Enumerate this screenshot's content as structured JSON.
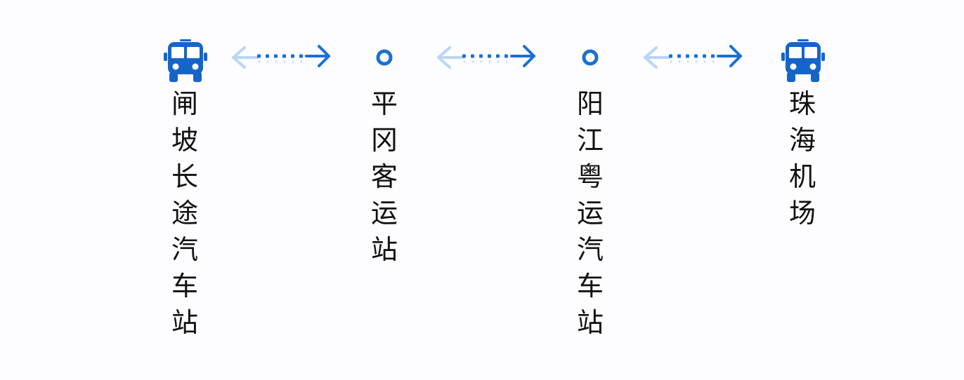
{
  "diagram": {
    "type": "route",
    "colors": {
      "primary": "#1565c8",
      "arrow_dark": "#1a6fd6",
      "arrow_light": "#b9d6f5",
      "text": "#111111",
      "background": "#fdfcfe"
    },
    "nodes": [
      {
        "kind": "bus-terminal",
        "icon": "bus-icon",
        "chars": [
          "闸",
          "坡",
          "长",
          "途",
          "汽",
          "车",
          "站"
        ],
        "label": "闸坡长途汽车站"
      },
      {
        "kind": "stop",
        "icon": "stop-circle-icon",
        "chars": [
          "平",
          "冈",
          "客",
          "运",
          "站"
        ],
        "label": "平冈客运站"
      },
      {
        "kind": "stop",
        "icon": "stop-circle-icon",
        "chars": [
          "阳",
          "江",
          "粤",
          "运",
          "汽",
          "车",
          "站"
        ],
        "label": "阳江粤运汽车站"
      },
      {
        "kind": "bus-terminal",
        "icon": "bus-icon",
        "chars": [
          "珠",
          "海",
          "机",
          "场"
        ],
        "label": "珠海机场"
      }
    ],
    "connectors": [
      {
        "icon": "bidirectional-dotted-arrow-icon",
        "from": "闸坡长途汽车站",
        "to": "平冈客运站"
      },
      {
        "icon": "bidirectional-dotted-arrow-icon",
        "from": "平冈客运站",
        "to": "阳江粤运汽车站"
      },
      {
        "icon": "bidirectional-dotted-arrow-icon",
        "from": "阳江粤运汽车站",
        "to": "珠海机场"
      }
    ]
  }
}
